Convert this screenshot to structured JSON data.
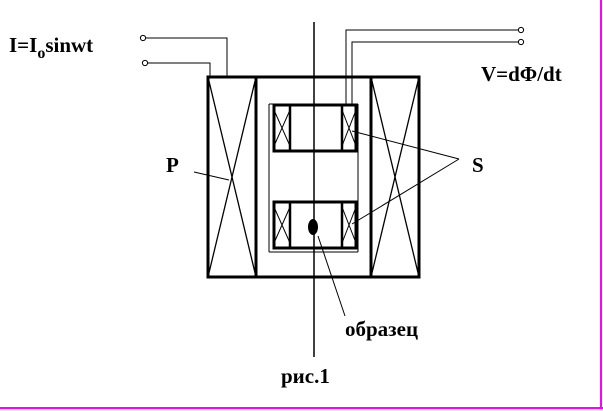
{
  "labels": {
    "current": "I=I",
    "current_sub": "o",
    "current_rest": "sinwt",
    "voltage": "V=dΦ/dt",
    "primary": "P",
    "secondary": "S",
    "sample": "образец",
    "caption": "рис.1"
  },
  "colors": {
    "line": "#000000",
    "frame": "#ff00ff",
    "terminal_fill": "#ffffff"
  }
}
